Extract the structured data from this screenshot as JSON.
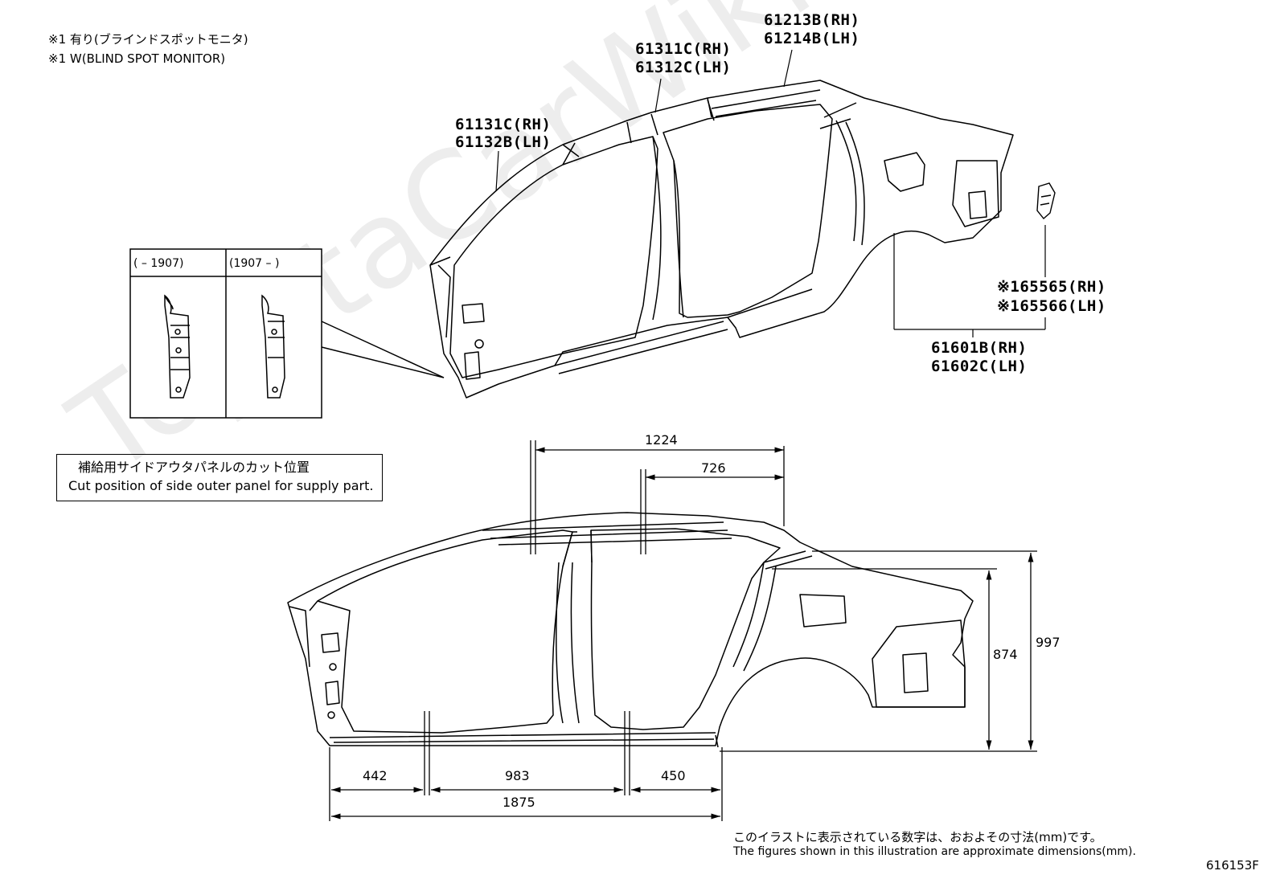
{
  "notes": {
    "line1": "※1 有り(ブラインドスポットモニタ)",
    "line2": "※1 W(BLIND SPOT MONITOR)"
  },
  "parts": [
    {
      "id": "roof_outer",
      "rh": "61213B(RH)",
      "lh": "61214B(LH)"
    },
    {
      "id": "center_pillar",
      "rh": "61311C(RH)",
      "lh": "61312C(LH)"
    },
    {
      "id": "front_pillar",
      "rh": "61131C(RH)",
      "lh": "61132B(LH)"
    },
    {
      "id": "bracket",
      "rh": "※165565(RH)",
      "lh": "※165566(LH)"
    },
    {
      "id": "quarter_panel",
      "rh": "61601B(RH)",
      "lh": "61602C(LH)"
    }
  ],
  "inset": {
    "left_label": "(      – 1907)",
    "right_label": "(1907 –       )"
  },
  "cut_box": {
    "jp": "補給用サイドアウタパネルのカット位置",
    "en": "Cut position of side outer panel for supply part."
  },
  "dimensions": {
    "top_long": "1224",
    "top_short": "726",
    "height_inner": "874",
    "height_outer": "997",
    "bottom_left": "442",
    "bottom_mid": "983",
    "bottom_right": "450",
    "bottom_total": "1875"
  },
  "footer": {
    "jp": "このイラストに表示されている数字は、おおよその寸法(mm)です。",
    "en": "The figures shown in this illustration are approximate dimensions(mm).",
    "code": "616153F"
  },
  "watermark": "ToyotaCarWiki.ru"
}
